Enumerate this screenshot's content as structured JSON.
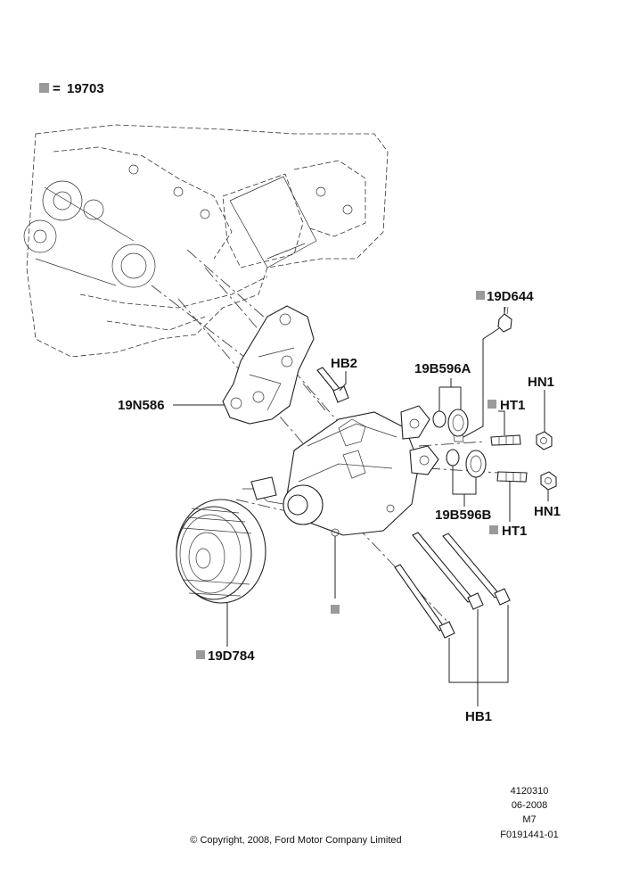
{
  "legend": {
    "equals": "= ",
    "code": "19703"
  },
  "callouts": {
    "p19D644": "19D644",
    "pHB2": "HB2",
    "p19B596A": "19B596A",
    "pHN1_top": "HN1",
    "pHT1_top": "HT1",
    "p19N586": "19N586",
    "pHN1_bottom": "HN1",
    "p19B596B": "19B596B",
    "pHT1_bottom": "HT1",
    "p19D784": "19D784",
    "pHB1": "HB1"
  },
  "meta": {
    "ref_no": "4120310",
    "date": "06-2008",
    "model": "M7",
    "figure_id": "F0191441-01",
    "copyright": "© Copyright, 2008, Ford Motor Company Limited"
  },
  "colors": {
    "marker": "#9a9a9a",
    "ink": "#111111"
  }
}
